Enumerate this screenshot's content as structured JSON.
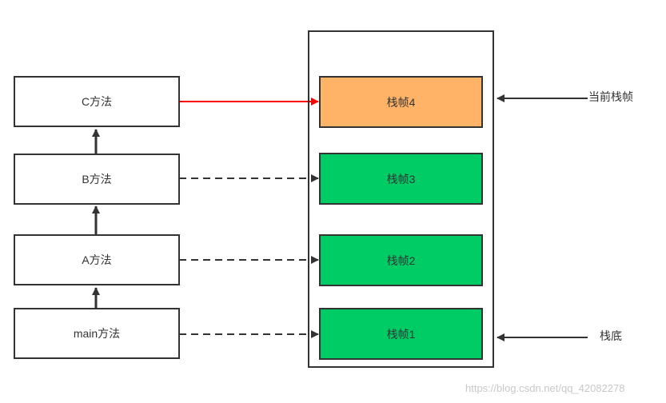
{
  "methods": [
    {
      "id": "c",
      "label": "C方法"
    },
    {
      "id": "b",
      "label": "B方法"
    },
    {
      "id": "a",
      "label": "A方法"
    },
    {
      "id": "main",
      "label": "main方法"
    }
  ],
  "frames": [
    {
      "id": "4",
      "label": "栈帧4",
      "color": "#FFB366",
      "state": "current"
    },
    {
      "id": "3",
      "label": "栈帧3",
      "color": "#00CC66"
    },
    {
      "id": "2",
      "label": "栈帧2",
      "color": "#00CC66"
    },
    {
      "id": "1",
      "label": "栈帧1",
      "color": "#00CC66"
    }
  ],
  "annotations": {
    "current_frame": "当前栈帧",
    "stack_bottom": "栈底"
  },
  "colors": {
    "current_link": "#FF0000",
    "line": "#333333"
  },
  "watermark": "https://blog.csdn.net/qq_42082278"
}
